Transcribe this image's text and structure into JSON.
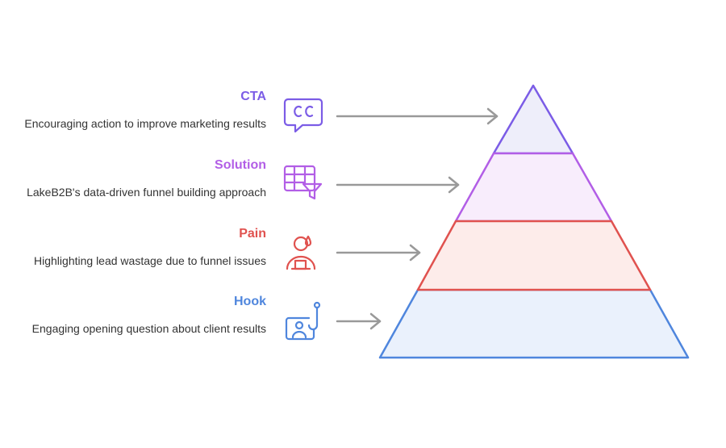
{
  "layers": [
    {
      "title": "CTA",
      "description": "Encouraging action to improve marketing results",
      "icon": "speech-bubble-cc-icon",
      "color": "#7b5ce6",
      "fill": "#eeeefa"
    },
    {
      "title": "Solution",
      "description": "LakeB2B's data-driven funnel building approach",
      "icon": "table-funnel-icon",
      "color": "#b25ee6",
      "fill": "#f8edfc"
    },
    {
      "title": "Pain",
      "description": "Highlighting lead wastage due to funnel issues",
      "icon": "person-pain-icon",
      "color": "#e0524f",
      "fill": "#fdecea"
    },
    {
      "title": "Hook",
      "description": "Engaging opening question about client results",
      "icon": "fishing-hook-icon",
      "color": "#4f86dd",
      "fill": "#eaf1fc"
    }
  ],
  "arrow_color": "#999999"
}
